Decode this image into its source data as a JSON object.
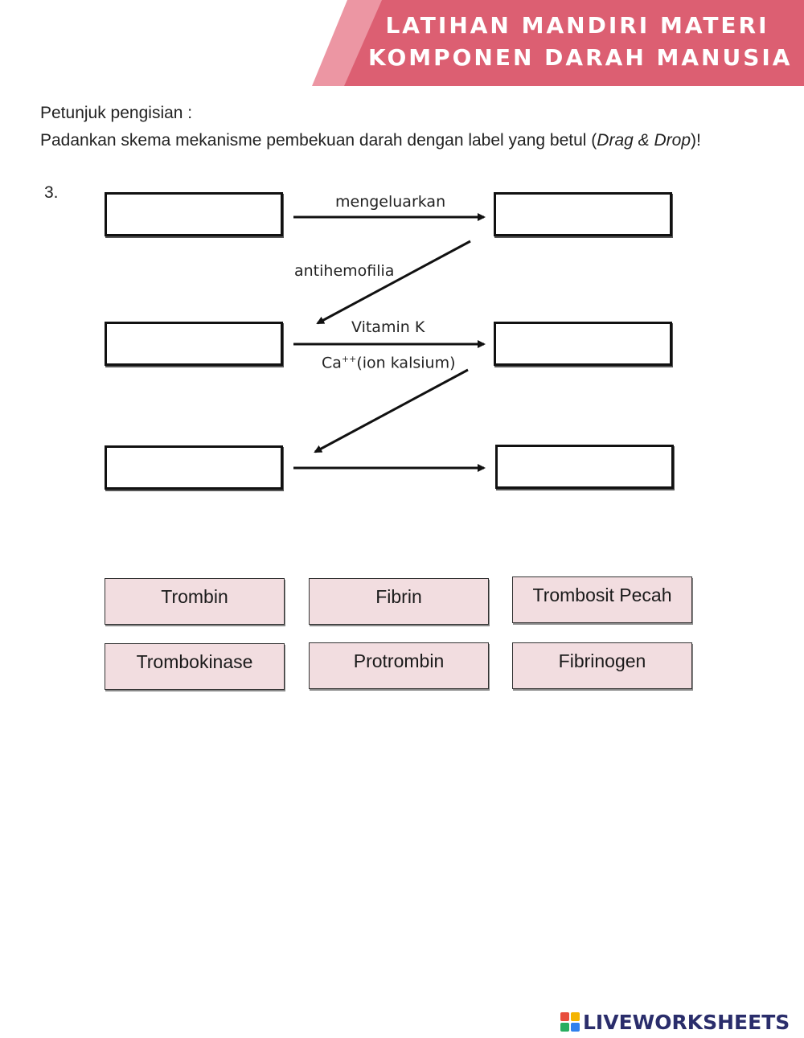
{
  "header": {
    "title_line1": "LATIHAN MANDIRI MATERI",
    "title_line2": "KOMPONEN DARAH MANUSIA",
    "colors": {
      "banner_main": "#dc5f72",
      "banner_light": "#ec96a3"
    }
  },
  "instructions": {
    "heading": "Petunjuk pengisian :",
    "text_before": "Padankan skema mekanisme pembekuan darah dengan label yang betul (",
    "text_emphasis": "Drag & Drop",
    "text_after": ")!"
  },
  "question": {
    "number": "3."
  },
  "diagram": {
    "label_mengeluarkan": "mengeluarkan",
    "label_antihemofilia": "antihemofilia",
    "label_vitamin_k": "Vitamin K",
    "label_ca_prefix": "Ca",
    "label_ca_superscript": "++",
    "label_ca_suffix": "(ion kalsium)"
  },
  "drag_options": [
    {
      "label": "Trombin"
    },
    {
      "label": "Fibrin"
    },
    {
      "label": "Trombosit Pecah"
    },
    {
      "label": "Trombokinase"
    },
    {
      "label": "Protrombin"
    },
    {
      "label": "Fibrinogen"
    }
  ],
  "footer": {
    "brand": "LIVEWORKSHEETS",
    "colors": {
      "logo_text": "#2a2d6b",
      "tile1": "#e84d3d",
      "tile2": "#f4b400",
      "tile3": "#27ae60",
      "tile4": "#2f80ed"
    }
  }
}
